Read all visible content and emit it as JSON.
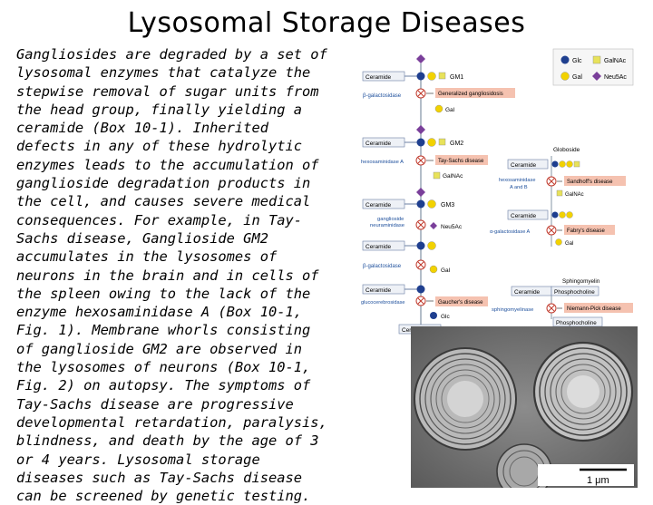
{
  "title": "Lysosomal Storage Diseases",
  "body_lines": [
    "Gangliosides are degraded by a set of",
    "lysosomal enzymes that catalyze the",
    "stepwise removal of sugar units from",
    "the head group, finally yielding a",
    "ceramide (Box 10-1). Inherited",
    "defects in any of these hydrolytic",
    "enzymes leads to the accumulation of",
    "ganglioside degradation products in",
    "the cell, and causes severe medical",
    "consequences. For example, in Tay-",
    "Sachs disease, Ganglioside GM2",
    "accumulates in the lysosomes of",
    "neurons in the brain and in cells of",
    "the spleen owing to the lack of the",
    "enzyme hexosaminidase A (Box 10-1,",
    "Fig. 1). Membrane whorls consisting",
    "of ganglioside GM2 are observed in",
    "the lysosomes of neurons (Box 10-1,",
    "Fig. 2) on autopsy. The symptoms of",
    "Tay-Sachs disease are progressive",
    "developmental retardation, paralysis,",
    "blindness, and death by the age of 3",
    "or 4 years. Lysosomal storage",
    "diseases such as Tay-Sachs disease",
    "can be screened by genetic testing."
  ],
  "diagram": {
    "legend": {
      "glc": "Glc",
      "galnac": "GalNAc",
      "gal": "Gal",
      "neu5ac": "Neu5Ac"
    },
    "ceramide": "Ceramide",
    "gm1": "GM1",
    "gm2": "GM2",
    "gm3": "GM3",
    "enzyme_beta_gal_1": "β-galactosidase",
    "disease_generalized": "Generalized gangliosidosis",
    "gal_removed_1": "Gal",
    "enzyme_hex_a": "hexosaminidase A",
    "disease_tay_sachs": "Tay-Sachs disease",
    "galnac_removed": "GalNAc",
    "enzyme_neuraminidase_line1": "ganglioside",
    "enzyme_neuraminidase_line2": "neuraminidase",
    "neu5ac_removed": "Neu5Ac",
    "enzyme_beta_gal_2": "β-galactosidase",
    "gal_removed_2": "Gal",
    "enzyme_glucocerebrosidase": "glucocerebrosidase",
    "disease_gaucher": "Gaucher's disease",
    "glc_removed": "Glc",
    "globoside": "Globoside",
    "enzyme_hex_ab_line1": "hexosaminidase",
    "enzyme_hex_ab_line2": "A and B",
    "disease_sandhoff": "Sandhoff's disease",
    "galnac_removed_2": "GalNAc",
    "enzyme_alpha_gal": "α-galactosidase A",
    "disease_fabry": "Fabry's disease",
    "gal_removed_3": "Gal",
    "sphingomyelin": "Sphingomyelin",
    "phosphocholine": "Phosphocholine",
    "enzyme_sphingomyelinase": "sphingomyelinase",
    "disease_niemann_pick": "Niemann-Pick disease",
    "phosphocholine_removed": "Phosphocholine"
  },
  "micrograph": {
    "scale_label": "1 μm"
  },
  "colors": {
    "glc": "#1f3f8f",
    "gal": "#f2d200",
    "galnac": "#e8e25a",
    "neu5ac": "#7a3f9a",
    "disease_bg": "#f5c2b0",
    "enzyme_text": "#1d4f9c",
    "block_circle": "#c0392b"
  }
}
